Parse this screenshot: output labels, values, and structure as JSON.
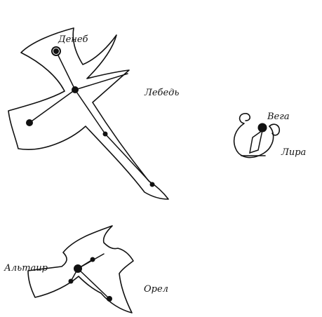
{
  "labels": {
    "deneb": "Денеб",
    "cygnus": "Лебедь",
    "vega": "Вега",
    "lyra": "Лира",
    "altair": "Альтаир",
    "aquila": "Орел"
  },
  "colors": {
    "ink": "#111111",
    "background": "#ffffff"
  }
}
